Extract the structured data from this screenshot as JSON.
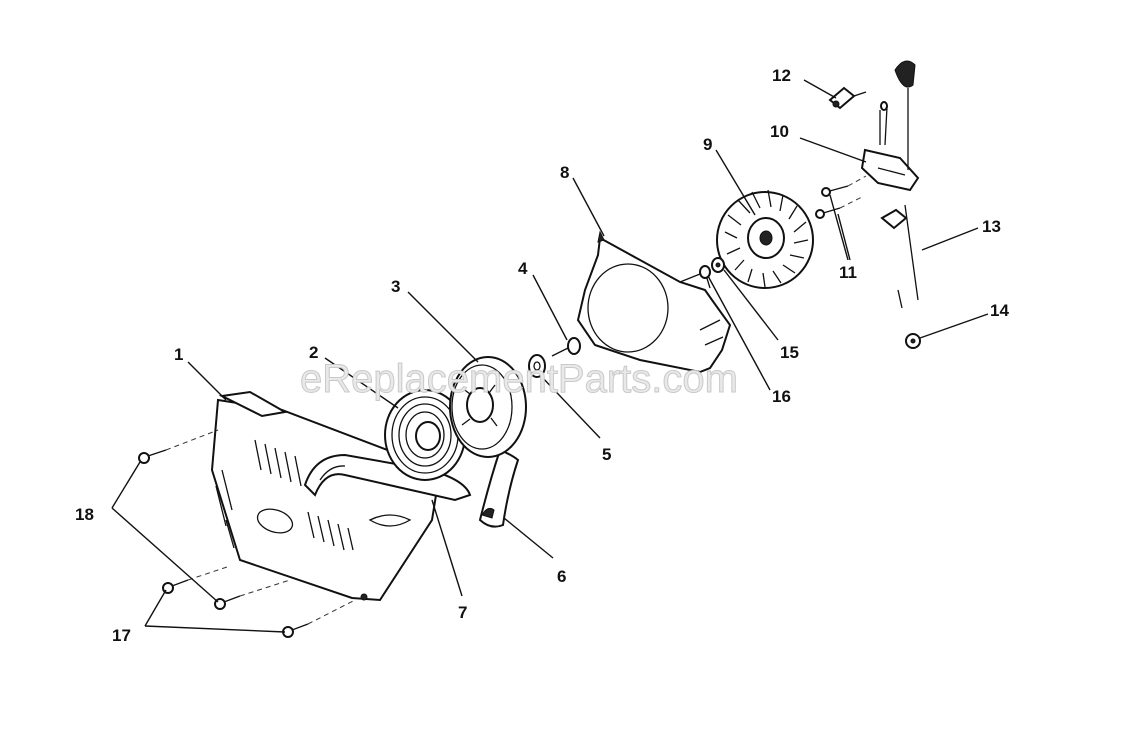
{
  "watermark": "eReplacementParts.com",
  "callouts": [
    {
      "key": "p1",
      "label": "1"
    },
    {
      "key": "p2",
      "label": "2"
    },
    {
      "key": "p3",
      "label": "3"
    },
    {
      "key": "p4",
      "label": "4"
    },
    {
      "key": "p5",
      "label": "5"
    },
    {
      "key": "p6",
      "label": "6"
    },
    {
      "key": "p7",
      "label": "7"
    },
    {
      "key": "p8",
      "label": "8"
    },
    {
      "key": "p9",
      "label": "9"
    },
    {
      "key": "p10",
      "label": "10"
    },
    {
      "key": "p11",
      "label": "11"
    },
    {
      "key": "p12",
      "label": "12"
    },
    {
      "key": "p13",
      "label": "13"
    },
    {
      "key": "p14",
      "label": "14"
    },
    {
      "key": "p15",
      "label": "15"
    },
    {
      "key": "p16",
      "label": "16"
    },
    {
      "key": "p17",
      "label": "17"
    },
    {
      "key": "p18",
      "label": "18"
    }
  ]
}
